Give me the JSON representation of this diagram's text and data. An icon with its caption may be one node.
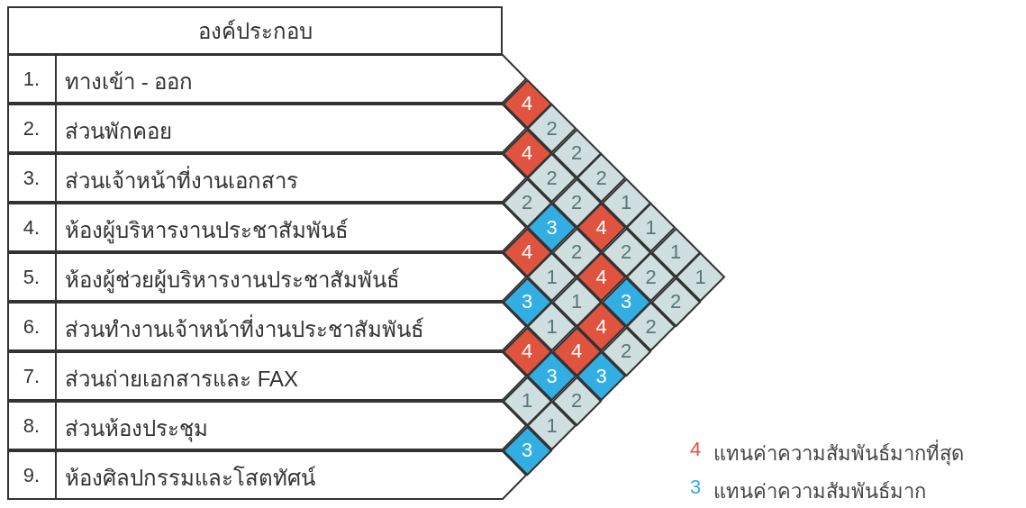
{
  "diagram": {
    "nodes": [
      {
        "text": [
          "องค์ประกอบ"
        ]
      },
      {
        "text": [
          "1.",
          "ทางเข้า - ออก"
        ]
      },
      {
        "text": [
          "2.",
          "ส่วนพักคอย"
        ]
      },
      {
        "text": [
          "3.",
          "ส่วนเจ้าหน้าที่งานเอกสาร"
        ]
      },
      {
        "text": [
          "4.",
          "ห้องผู้บริหารงานประชาสัมพันธ์"
        ]
      },
      {
        "text": [
          "5.",
          "ห้องผู้ช่วยผู้บริหารงานประชาสัมพันธ์"
        ]
      },
      {
        "text": [
          "6.",
          "ส่วนทำงานเจ้าหน้าที่งานประชาสัมพันธ์"
        ]
      },
      {
        "text": [
          "7.",
          "ส่วนถ่ายเอกสารและ FAX"
        ]
      },
      {
        "text": [
          "8.",
          "ส่วนห้องประชุม"
        ]
      },
      {
        "text": [
          "9.",
          "ห้องศิลปกรรมและโสตทัศน์"
        ]
      },
      {
        "text": [
          "4"
        ]
      },
      {
        "text": [
          "2"
        ]
      },
      {
        "text": [
          "4"
        ]
      },
      {
        "text": [
          "2"
        ]
      },
      {
        "text": [
          "2"
        ]
      },
      {
        "text": [
          "2"
        ]
      },
      {
        "text": [
          "2"
        ]
      },
      {
        "text": [
          "2"
        ]
      },
      {
        "text": [
          "1"
        ]
      },
      {
        "text": [
          "3"
        ]
      },
      {
        "text": [
          "4"
        ]
      },
      {
        "text": [
          "1"
        ]
      },
      {
        "text": [
          "4"
        ]
      },
      {
        "text": [
          "2"
        ]
      },
      {
        "text": [
          "2"
        ]
      },
      {
        "text": [
          "1"
        ]
      },
      {
        "text": [
          "1"
        ]
      },
      {
        "text": [
          "4"
        ]
      },
      {
        "text": [
          "2"
        ]
      },
      {
        "text": [
          "1"
        ]
      },
      {
        "text": [
          "3"
        ]
      },
      {
        "text": [
          "1"
        ]
      },
      {
        "text": [
          "3"
        ]
      },
      {
        "text": [
          "2"
        ]
      },
      {
        "text": [
          "1"
        ]
      },
      {
        "text": [
          "4"
        ]
      },
      {
        "text": [
          "2"
        ]
      },
      {
        "text": [
          "4"
        ]
      },
      {
        "text": [
          "4"
        ]
      },
      {
        "text": [
          "2"
        ]
      },
      {
        "text": [
          "3"
        ]
      },
      {
        "text": [
          "3"
        ]
      },
      {
        "text": [
          "1"
        ]
      },
      {
        "text": [
          "2"
        ]
      },
      {
        "text": [
          "1"
        ]
      },
      {
        "text": [
          "3"
        ]
      }
    ],
    "legend": [
      {
        "text": "4 แทนค่าความสัมพันธ์มากที่สุด",
        "color": "#e0533f"
      },
      {
        "text": "3 แทนค่าความสัมพันธ์มาก",
        "color": "#33aee3"
      }
    ]
  }
}
